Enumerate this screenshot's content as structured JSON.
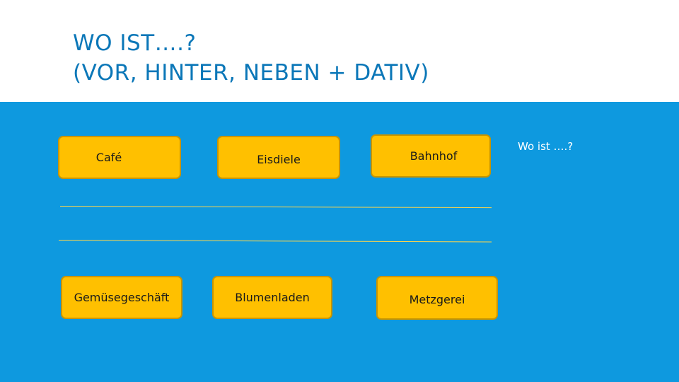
{
  "slide": {
    "title_line1": "WO IST….?",
    "title_line2": "(VOR, HINTER, NEBEN + DATIV)",
    "question": "Wo ist ….?",
    "places_row1": [
      "Café",
      "Eisdiele",
      "Bahnhof"
    ],
    "places_row2": [
      "Gemüsegeschäft",
      "Blumenladen",
      "Metzgerei"
    ],
    "colors": {
      "title": "#0b77b8",
      "background": "#0e99df",
      "box_fill": "#ffc000",
      "box_border": "#c79400",
      "lines": "#ffd54a"
    }
  }
}
